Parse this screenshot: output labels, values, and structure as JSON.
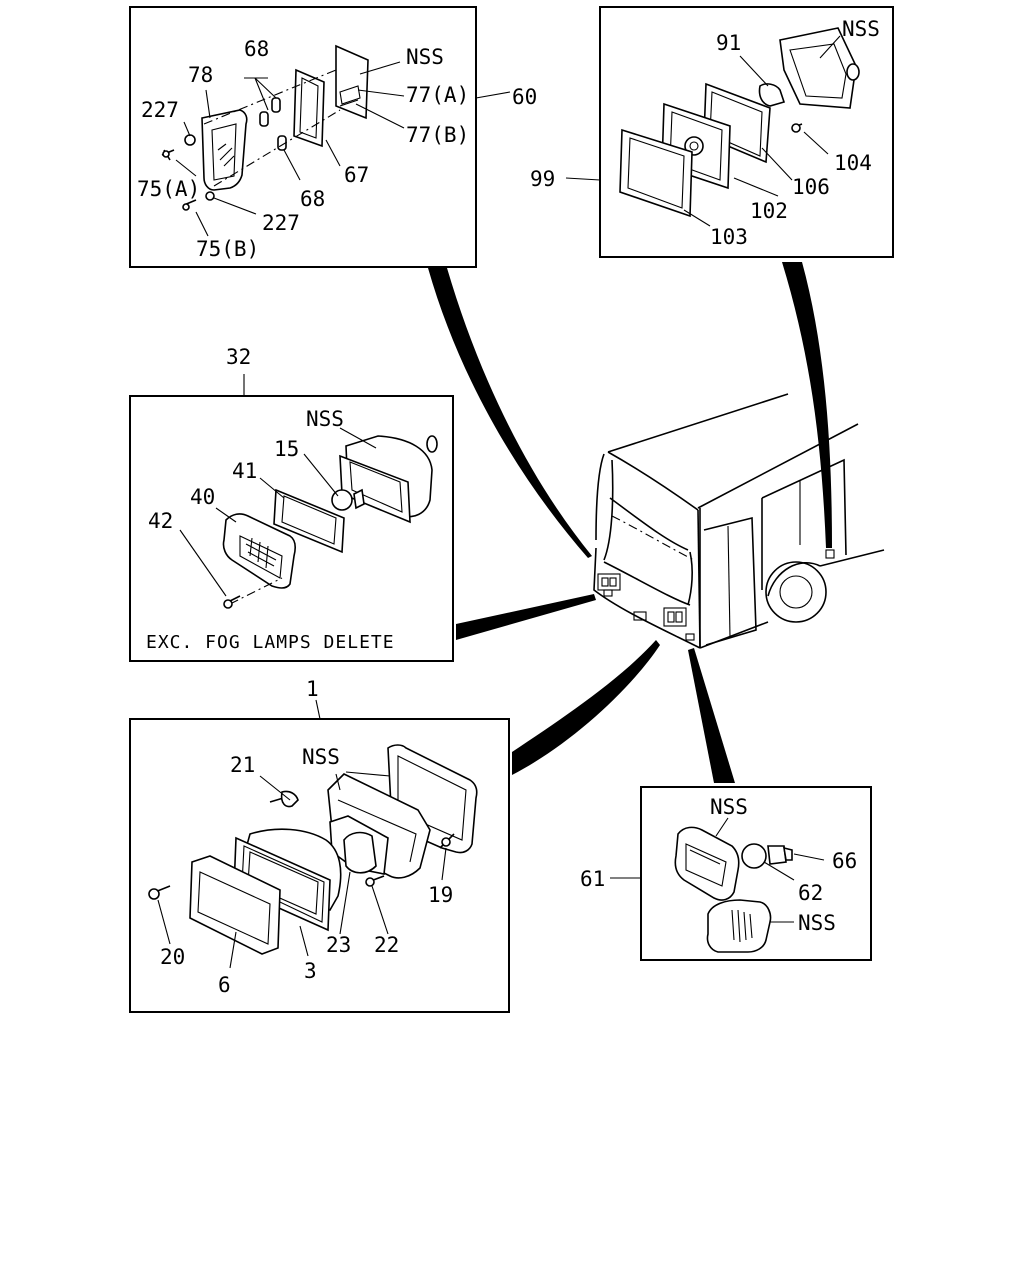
{
  "callouts": {
    "p68a": "68",
    "p78": "78",
    "p227a": "227",
    "p75a": "75(A)",
    "p75b": "75(B)",
    "p227b": "227",
    "p68b": "68",
    "p67": "67",
    "p77b": "77(B)",
    "p77a": "77(A)",
    "nss_top_left": "NSS",
    "p60": "60",
    "p91": "91",
    "nss_top_right": "NSS",
    "p104": "104",
    "p99": "99",
    "p102": "102",
    "p106": "106",
    "p103": "103",
    "p32": "32",
    "nss_fog": "NSS",
    "p15": "15",
    "p41": "41",
    "p40": "40",
    "p42": "42",
    "p1": "1",
    "p21": "21",
    "nss_head": "NSS",
    "p19": "19",
    "p20": "20",
    "p23": "23",
    "p22": "22",
    "p6": "6",
    "p3": "3",
    "nss_turn_top": "NSS",
    "p66": "66",
    "p61": "61",
    "p62": "62",
    "nss_turn_bottom": "NSS"
  },
  "notes": {
    "fog_condition": "EXC. FOG LAMPS DELETE"
  }
}
